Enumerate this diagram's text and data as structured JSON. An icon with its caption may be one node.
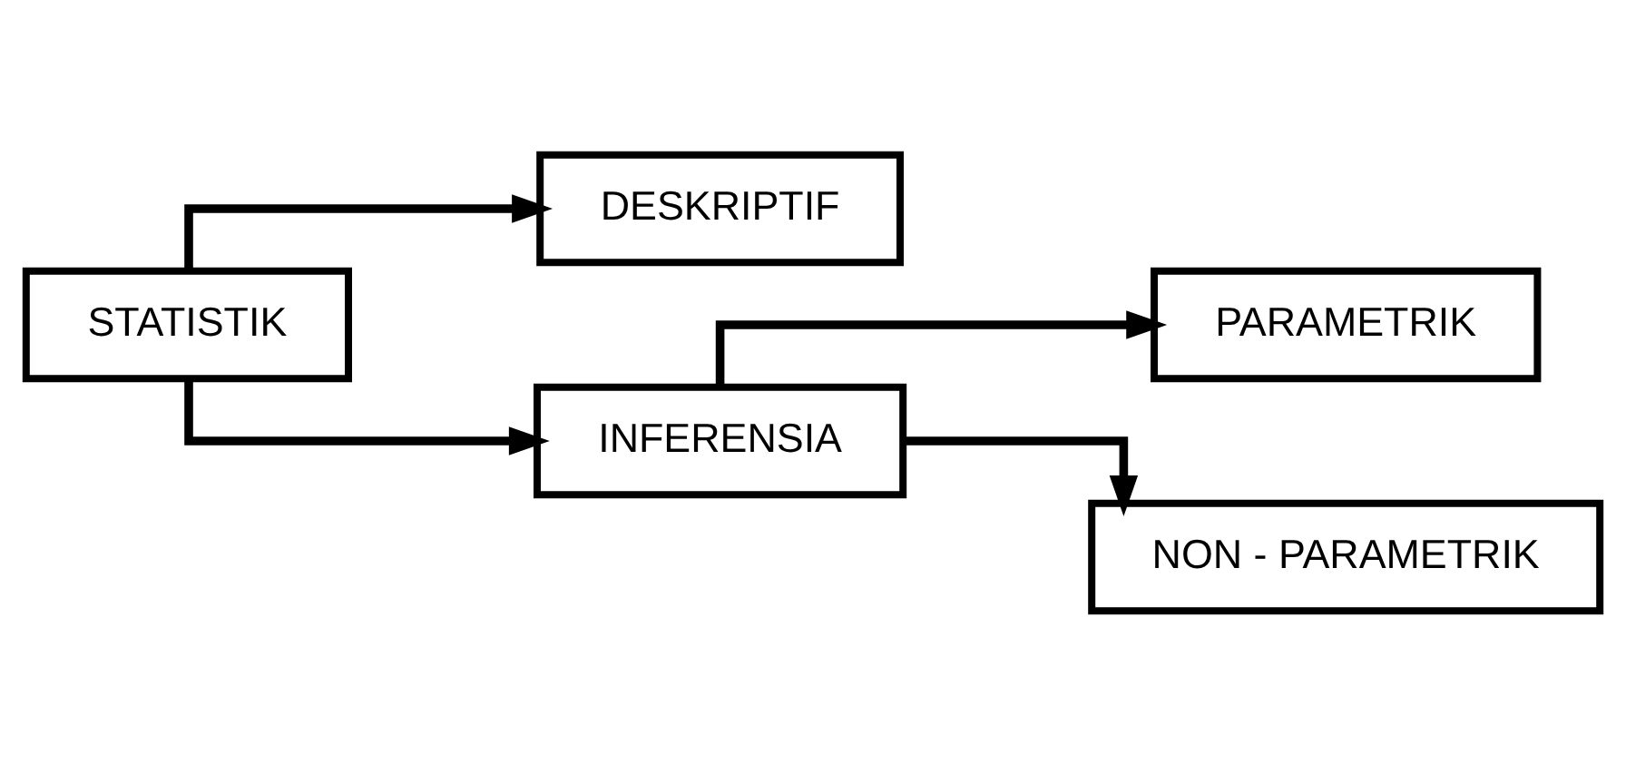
{
  "diagram": {
    "nodes": [
      {
        "text": [
          "STATISTIK"
        ]
      },
      {
        "text": [
          "DESKRIPTIF"
        ]
      },
      {
        "text": [
          "INFERENSIA"
        ]
      },
      {
        "text": [
          "PARAMETRIK"
        ]
      },
      {
        "text": [
          "NON - PARAMETRIK"
        ]
      }
    ],
    "edges": [
      {
        "from": 0,
        "to": 1,
        "arrow": "to"
      },
      {
        "from": 0,
        "to": 2,
        "arrow": "to"
      },
      {
        "from": 2,
        "to": 3,
        "arrow": "to"
      },
      {
        "from": 2,
        "to": 4,
        "arrow": "to"
      }
    ]
  }
}
